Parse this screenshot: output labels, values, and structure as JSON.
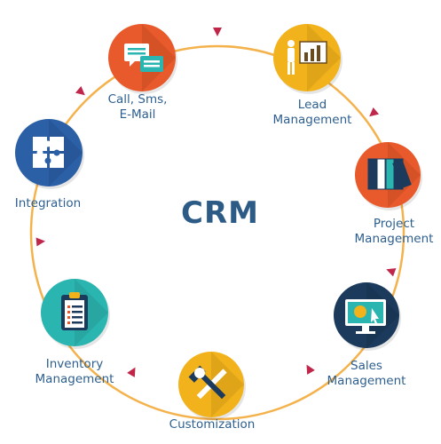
{
  "title": "CRM",
  "nodes": [
    {
      "id": "call",
      "label_lines": [
        "Call, Sms,",
        "E-Mail"
      ],
      "color": "#e85a2b",
      "icon": "chat-bubbles-icon"
    },
    {
      "id": "lead",
      "label_lines": [
        "Lead",
        "Management"
      ],
      "color": "#f2b21b",
      "icon": "presenter-chart-icon"
    },
    {
      "id": "project",
      "label_lines": [
        "Project",
        "Management"
      ],
      "color": "#e85a2b",
      "icon": "binders-icon"
    },
    {
      "id": "sales",
      "label_lines": [
        "Sales",
        "Management"
      ],
      "color": "#1b3a5c",
      "icon": "monitor-dollar-icon"
    },
    {
      "id": "custom",
      "label_lines": [
        "Customization"
      ],
      "color": "#f2b21b",
      "icon": "wrench-hammer-icon"
    },
    {
      "id": "inventory",
      "label_lines": [
        "Inventory",
        "Management"
      ],
      "color": "#2bb5b0",
      "icon": "clipboard-icon"
    },
    {
      "id": "integration",
      "label_lines": [
        "Integration"
      ],
      "color": "#2b5fa6",
      "icon": "puzzle-icon"
    }
  ],
  "colors": {
    "ring": "#f4b24c",
    "arrow": "#c0264a",
    "text": "#2d5f8f",
    "title": "#2c5b86"
  }
}
